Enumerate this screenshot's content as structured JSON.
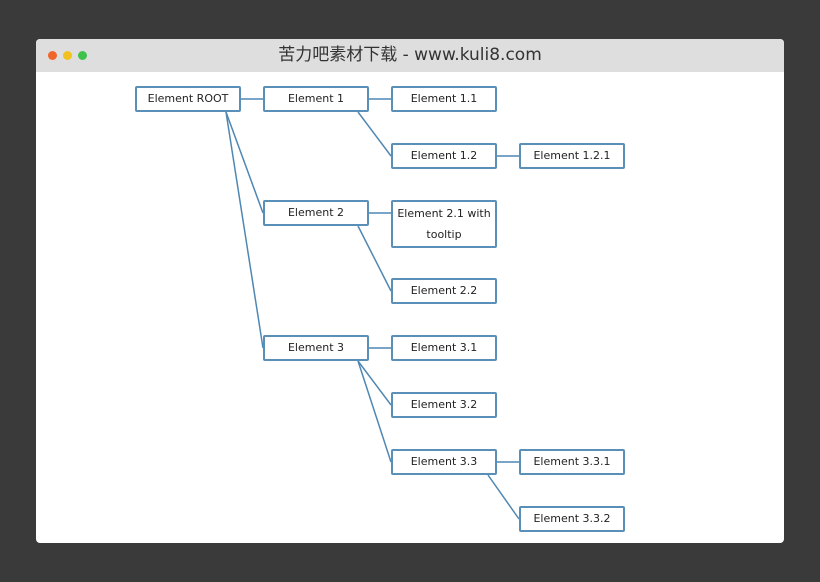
{
  "window": {
    "title": "苦力吧素材下载 - www.kuli8.com",
    "controls": {
      "close_color": "#f0652a",
      "minimize_color": "#f1c21f",
      "maximize_color": "#3fc24a"
    }
  },
  "tree": {
    "line_color": "#4f87b3",
    "border_color": "#5a8fb8",
    "nodes": {
      "root": "Element ROOT",
      "n1": "Element 1",
      "n11": "Element 1.1",
      "n12": "Element 1.2",
      "n121": "Element 1.2.1",
      "n2": "Element 2",
      "n21": "Element 2.1 with tooltip",
      "n22": "Element 2.2",
      "n3": "Element 3",
      "n31": "Element 3.1",
      "n32": "Element 3.2",
      "n33": "Element 3.3",
      "n331": "Element 3.3.1",
      "n332": "Element 3.3.2"
    }
  }
}
